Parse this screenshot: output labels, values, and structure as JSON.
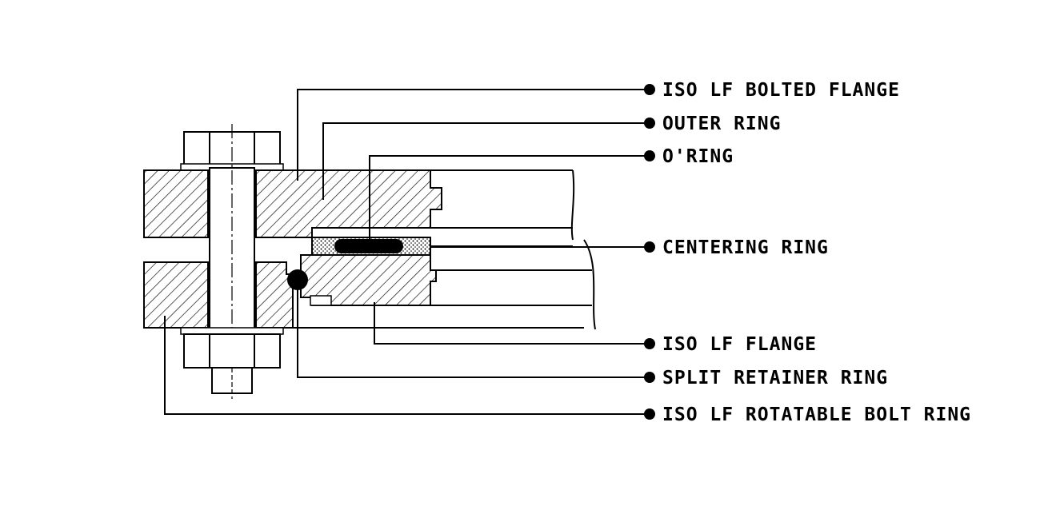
{
  "diagram": {
    "labels": [
      "ISO LF BOLTED FLANGE",
      "OUTER RING",
      "O'RING",
      "CENTERING RING",
      "ISO LF FLANGE",
      "SPLIT RETAINER RING",
      "ISO LF ROTATABLE BOLT RING"
    ],
    "colors": {
      "ink": "#000000",
      "background": "#ffffff"
    }
  }
}
